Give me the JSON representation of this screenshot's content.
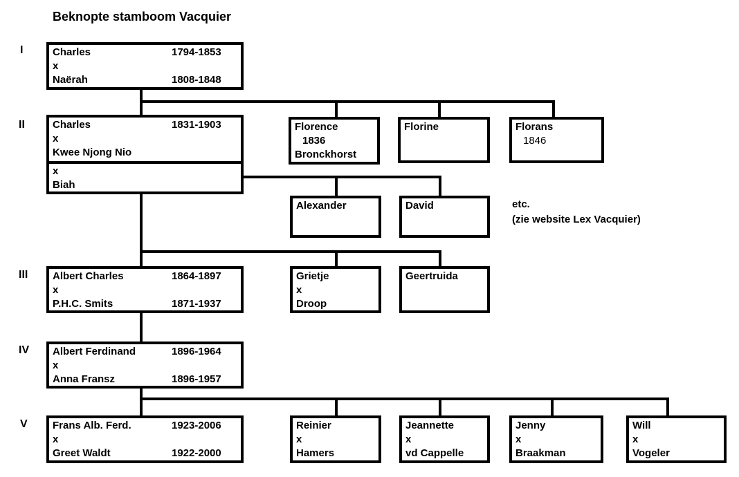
{
  "title": "Beknopte stamboom Vacquier",
  "generation_labels": [
    "I",
    "II",
    "III",
    "IV",
    "V"
  ],
  "note": {
    "line1": "etc.",
    "line2": "(zie website Lex Vacquier)"
  },
  "colors": {
    "ink": "#000000",
    "background": "#ffffff"
  },
  "boxes": {
    "gen1": {
      "lines": [
        {
          "name": "Charles",
          "dates": "1794-1853"
        },
        {
          "name": "x"
        },
        {
          "name": "Naërah",
          "dates": "1808-1848"
        }
      ]
    },
    "gen2_main": {
      "lines": [
        {
          "name": "Charles",
          "dates": "1831-1903"
        },
        {
          "name": "x"
        },
        {
          "name": "Kwee Njong Nio"
        }
      ]
    },
    "gen2_biah": {
      "lines": [
        {
          "name": "x"
        },
        {
          "name": "Biah"
        }
      ]
    },
    "florence": {
      "lines": [
        {
          "name": "Florence"
        },
        {
          "name": "1836"
        },
        {
          "name": "Bronckhorst"
        }
      ]
    },
    "florine": {
      "lines": [
        {
          "name": "Florine"
        }
      ]
    },
    "florans": {
      "lines": [
        {
          "name": "Florans"
        },
        {
          "name": "1846"
        }
      ]
    },
    "alexander": {
      "lines": [
        {
          "name": "Alexander"
        }
      ]
    },
    "david": {
      "lines": [
        {
          "name": "David"
        }
      ]
    },
    "gen3": {
      "lines": [
        {
          "name": "Albert Charles",
          "dates": "1864-1897"
        },
        {
          "name": "x"
        },
        {
          "name": "P.H.C. Smits",
          "dates": "1871-1937"
        }
      ]
    },
    "grietje": {
      "lines": [
        {
          "name": "Grietje"
        },
        {
          "name": "x"
        },
        {
          "name": "Droop"
        }
      ]
    },
    "geertruida": {
      "lines": [
        {
          "name": "Geertruida"
        }
      ]
    },
    "gen4": {
      "lines": [
        {
          "name": "Albert Ferdinand",
          "dates": "1896-1964"
        },
        {
          "name": "x"
        },
        {
          "name": "Anna Fransz",
          "dates": "1896-1957"
        }
      ]
    },
    "gen5": {
      "lines": [
        {
          "name": "Frans Alb. Ferd.",
          "dates": "1923-2006"
        },
        {
          "name": "x"
        },
        {
          "name": "Greet Waldt",
          "dates": "1922-2000"
        }
      ]
    },
    "reinier": {
      "lines": [
        {
          "name": "Reinier"
        },
        {
          "name": "x"
        },
        {
          "name": "Hamers"
        }
      ]
    },
    "jeannette": {
      "lines": [
        {
          "name": "Jeannette"
        },
        {
          "name": "x"
        },
        {
          "name": "vd Cappelle"
        }
      ]
    },
    "jenny": {
      "lines": [
        {
          "name": "Jenny"
        },
        {
          "name": "x"
        },
        {
          "name": "Braakman"
        }
      ]
    },
    "will": {
      "lines": [
        {
          "name": "Will"
        },
        {
          "name": "x"
        },
        {
          "name": "Vogeler"
        }
      ]
    }
  }
}
